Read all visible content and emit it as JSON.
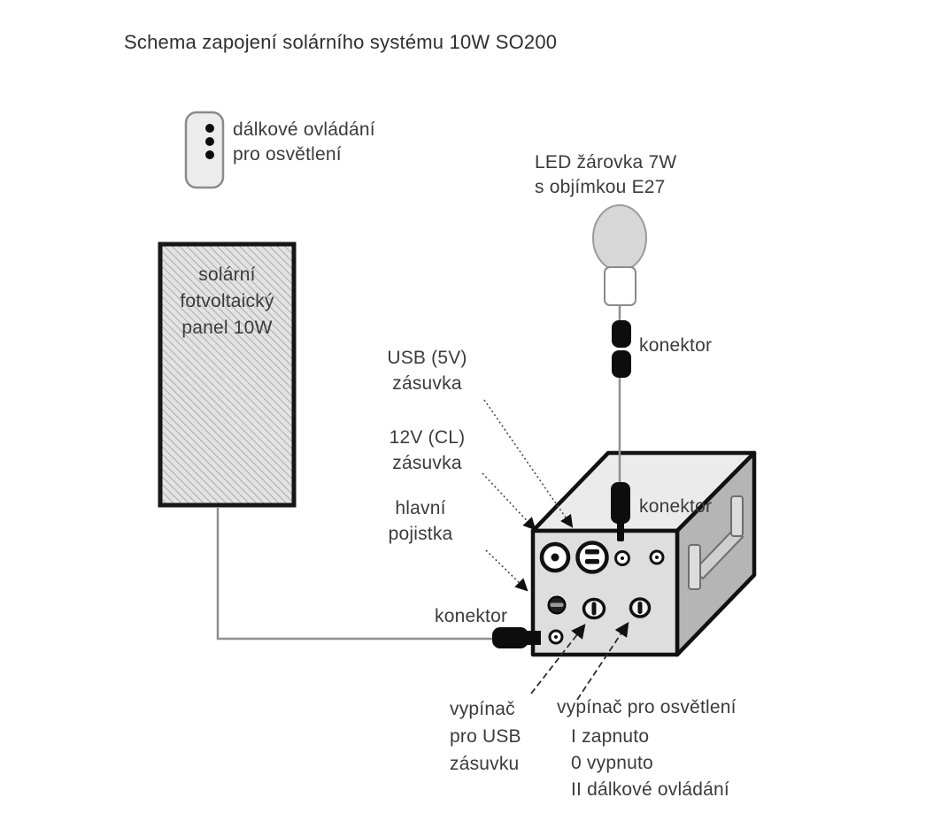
{
  "title": "Schema zapojení solárního systému 10W SO200",
  "labels": {
    "remote_control": "dálkové ovládání\npro osvětlení",
    "solar_panel": "solární\nfotvoltaický\npanel 10W",
    "led_bulb": "LED žárovka 7W\ns objímkou E27",
    "connector_bulb": "konektor",
    "connector_top": "konektor",
    "connector_panel": "konektor",
    "usb_socket": "USB (5V)\nzásuvka",
    "socket_12v": "12V (CL)\nzásuvka",
    "main_fuse": "hlavní\npojistka",
    "usb_switch": "vypínač\npro USB\nzásuvku",
    "light_switch": "vypínač pro osvětlení",
    "light_switch_modes": "I zapnuto\n0 vypnuto\nII dálkové ovládání"
  },
  "colors": {
    "text": "#3b3b3b",
    "outline": "#111111",
    "panel_fill": "#e3e3e3",
    "hatch_line": "#aaaaaa",
    "box_top": "#ebebeb",
    "box_front": "#dedede",
    "box_side": "#b5b5b5",
    "wire": "#8f8f8f",
    "connector": "#0d0d0d",
    "bulb_fill": "#d7d7d7"
  }
}
